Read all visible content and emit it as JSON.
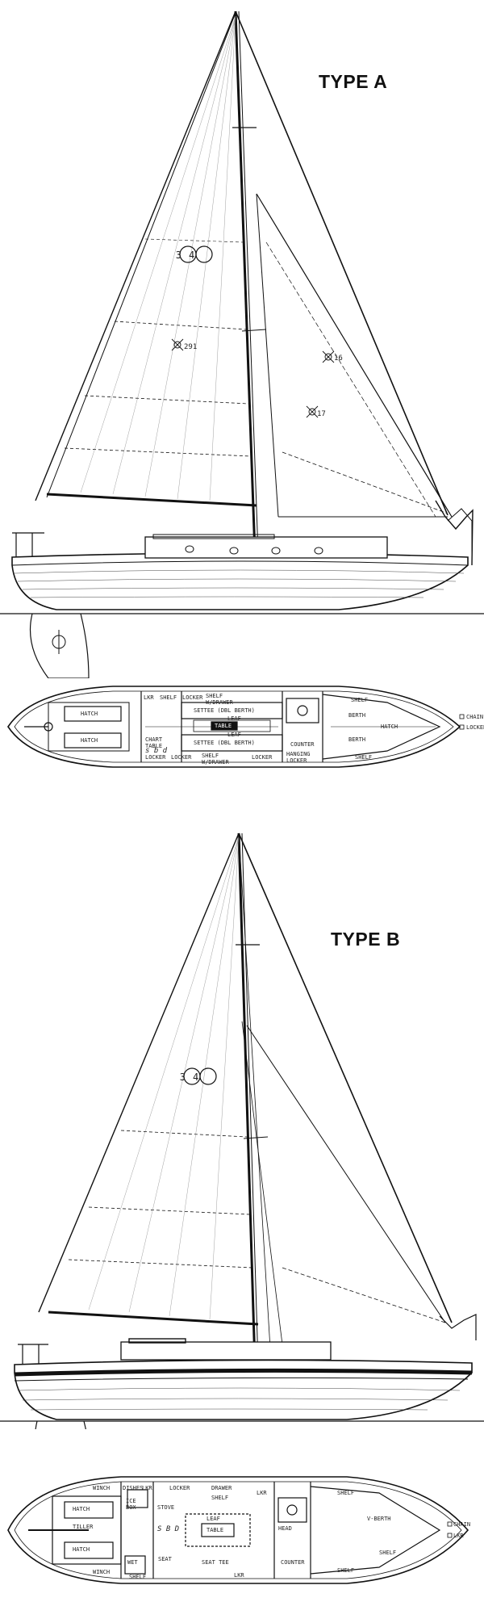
{
  "type_a": {
    "title": "TYPE A",
    "sail_number": "34",
    "annotations": [
      "291",
      "16",
      "17"
    ],
    "plan_labels": {
      "hatch_aft": "HATCH",
      "hatch_fwd": "HATCH",
      "sbd": "s b d",
      "lkr": "LKR",
      "shelf1": "SHELF",
      "shelf_drawer": "SHELF W/DRAWER",
      "locker1": "LOCKER",
      "settee1": "SETTEE (DBL BERTH)",
      "leaf1": "LEAF",
      "table": "TABLE",
      "leaf2": "LEAF",
      "settee2": "SETTEE (DBL BERTH)",
      "chart_table": "CHART TABLE",
      "locker2": "LOCKER",
      "locker3": "LOCKER",
      "shelf_drawer2": "SHELF W/DRAWER",
      "locker4": "LOCKER",
      "counter": "COUNTER",
      "hanging_locker": "HANGING LOCKER",
      "shelf_fwd": "SHELF",
      "berth1": "BERTH",
      "berth2": "BERTH",
      "hatch_fwd2": "HATCH",
      "shelf_fwd2": "SHELF",
      "chain": "CHAIN",
      "locker_fwd": "LOCKER"
    }
  },
  "type_b": {
    "title": "TYPE B",
    "sail_number": "34",
    "plan_labels": {
      "winch1": "WINCH",
      "hatch": "HATCH",
      "tiller": "TILLER",
      "hatch2": "HATCH",
      "winch2": "WINCH",
      "dishes": "DISHES",
      "lkr1": "LKR",
      "ice_box": "ICE BOX",
      "stove": "STOVE",
      "locker": "LOCKER",
      "drawer": "DRAWER",
      "shelf": "SHELF",
      "lkr2": "LKR",
      "sbd": "S B D",
      "leaf": "LEAF",
      "table": "TABLE",
      "wet": "WET",
      "seat": "SEAT",
      "settee": "SEAT TEE",
      "shelf2": "SHELF",
      "lkr3": "LKR",
      "head": "HEAD",
      "counter": "COUNTER",
      "shelf3": "SHELF",
      "vberth": "V-BERTH",
      "shelf4": "SHELF",
      "shelf5": "SHELF",
      "chain": "CHAIN",
      "lkr_fwd": "LKR"
    }
  }
}
